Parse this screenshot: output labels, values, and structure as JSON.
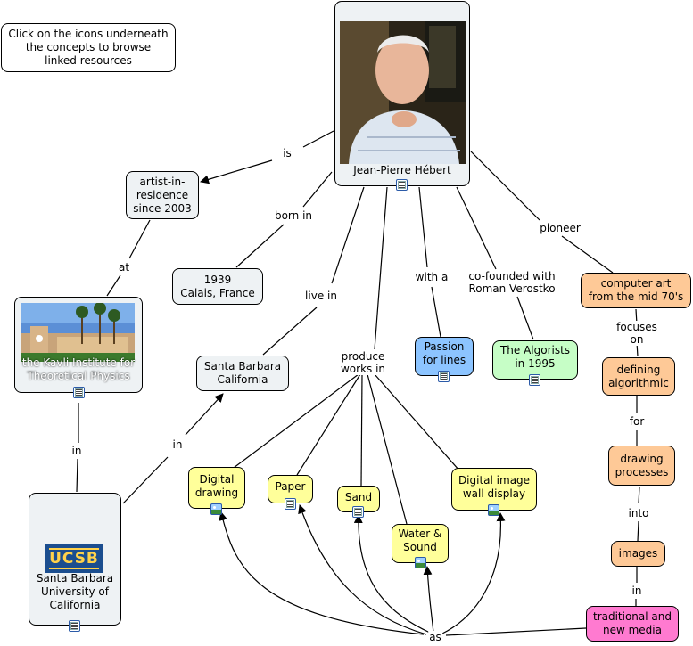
{
  "instructions": "Click on the icons underneath\nthe concepts to browse\nlinked resources",
  "concepts": {
    "hebert": "Jean-Pierre Hébert",
    "artist": "artist-in-\nresidence\nsince 2003",
    "born": "1939\nCalais, France",
    "kavli": "the Kavli Institute for\nTheoretical Physics",
    "santa_barbara": "Santa Barbara\nCalifornia",
    "ucsb_name": "Santa Barbara\nUniversity of\nCalifornia",
    "ucsb_logo": "UCSB",
    "passion": "Passion\nfor lines",
    "algorists": "The Algorists\nin 1995",
    "computer_art": "computer art\nfrom the mid 70's",
    "defining": "defining\nalgorithmic",
    "drawing_processes": "drawing\nprocesses",
    "images": "images",
    "traditional": "traditional and\nnew media",
    "digital_drawing": "Digital\ndrawing",
    "paper": "Paper",
    "sand": "Sand",
    "water": "Water &\nSound",
    "wall_display": "Digital image\nwall display"
  },
  "links": {
    "is": "is",
    "born_in": "born in",
    "at": "at",
    "live_in": "live in",
    "in_ucsb": "in",
    "in_sb": "in",
    "with_a": "with a",
    "co_founded": "co-founded with\nRoman Verostko",
    "pioneer": "pioneer",
    "focuses_on": "focuses on",
    "for": "for",
    "into": "into",
    "in_media": "in",
    "produce": "produce\nworks in",
    "as": "as"
  },
  "colors": {
    "gray": "#eef2f4",
    "blue": "#8cc4ff",
    "green": "#c6fec6",
    "orange": "#fec997",
    "yellow": "#ffff9a",
    "pink": "#ff7ad0"
  },
  "icons": {
    "resource_doc": "document-icon",
    "resource_image": "image-icon"
  }
}
